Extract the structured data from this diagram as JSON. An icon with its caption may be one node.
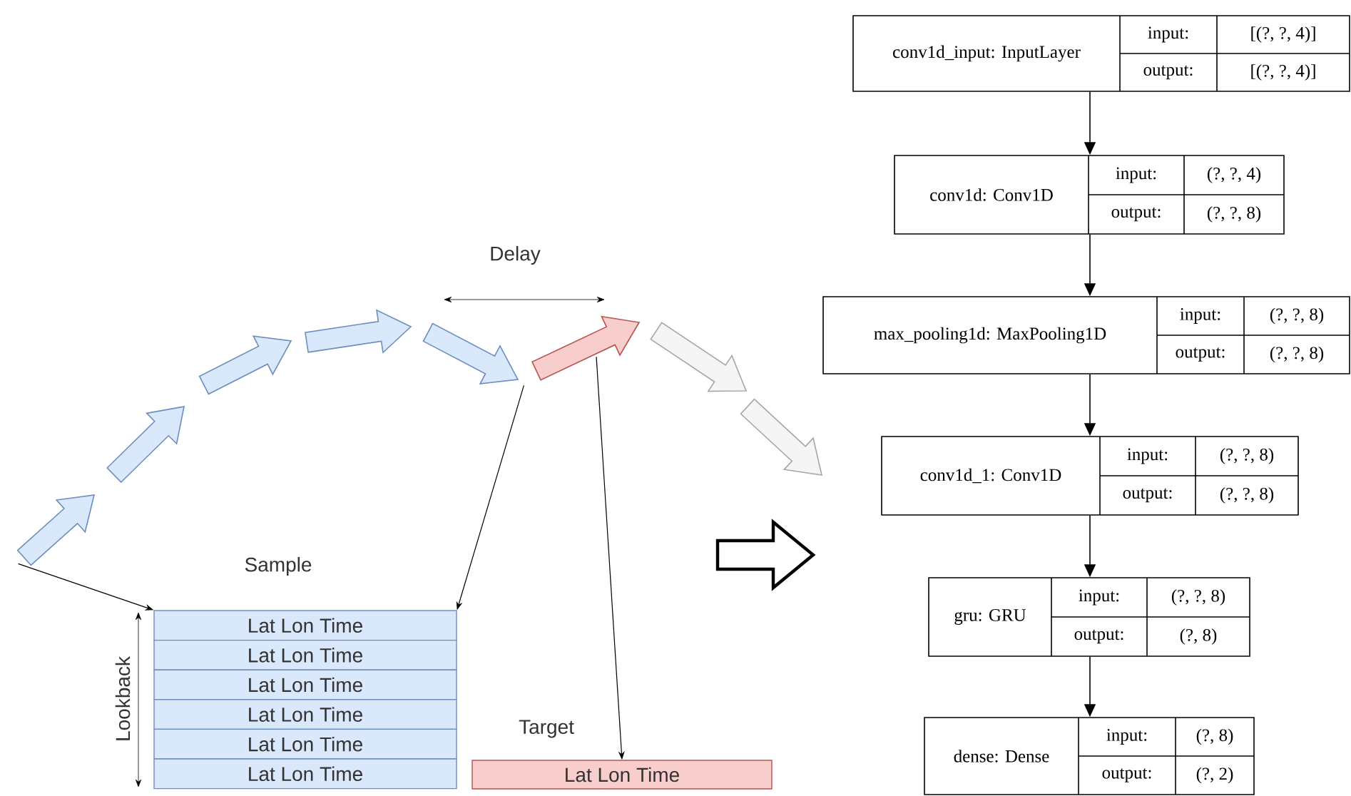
{
  "diagram": {
    "nodes": [
      {
        "text": [],
        "shape": "arrow"
      },
      {
        "text": [],
        "shape": "arrow"
      },
      {
        "text": [],
        "shape": "arrow"
      },
      {
        "text": [],
        "shape": "arrow"
      },
      {
        "text": [],
        "shape": "arrow"
      },
      {
        "text": [],
        "shape": "arrow"
      },
      {
        "text": [],
        "shape": "arrow"
      },
      {
        "text": [],
        "shape": "arrow"
      },
      {
        "text": [
          "Lat Lon Time"
        ]
      },
      {
        "text": [
          "Lat Lon Time"
        ]
      },
      {
        "text": [
          "Lat Lon Time"
        ]
      },
      {
        "text": [
          "Lat Lon Time"
        ]
      },
      {
        "text": [
          "Lat Lon Time"
        ]
      },
      {
        "text": [
          "Lat Lon Time"
        ]
      },
      {
        "text": [
          "Lat Lon Time"
        ]
      },
      {
        "text": [
          "conv1d_input: InputLayer",
          "input:",
          "[(?, ?, 4)]",
          "output:",
          "[(?, ?, 4)]"
        ]
      },
      {
        "text": [
          "conv1d: Conv1D",
          "input:",
          "(?, ?, 4)",
          "output:",
          "(?, ?, 8)"
        ]
      },
      {
        "text": [
          "max_pooling1d: MaxPooling1D",
          "input:",
          "(?, ?, 8)",
          "output:",
          "(?, ?, 8)"
        ]
      },
      {
        "text": [
          "conv1d_1: Conv1D",
          "input:",
          "(?, ?, 8)",
          "output:",
          "(?, ?, 8)"
        ]
      },
      {
        "text": [
          "gru: GRU",
          "input:",
          "(?, ?, 8)",
          "output:",
          "(?, 8)"
        ]
      },
      {
        "text": [
          "dense: Dense",
          "input:",
          "(?, 8)",
          "output:",
          "(?, 2)"
        ]
      }
    ],
    "edges": [
      {
        "from": 0,
        "to": 8,
        "arrow": "to"
      },
      {
        "from": 4,
        "to": 8,
        "arrow": "to"
      },
      {
        "from": 5,
        "to": 14,
        "arrow": "to"
      },
      {
        "from": 15,
        "to": 16,
        "arrow": "to"
      },
      {
        "from": 16,
        "to": 17,
        "arrow": "to"
      },
      {
        "from": 17,
        "to": 18,
        "arrow": "to"
      },
      {
        "from": 18,
        "to": 19,
        "arrow": "to"
      },
      {
        "from": 19,
        "to": 20,
        "arrow": "to"
      }
    ],
    "labels": [
      "Delay",
      "Sample",
      "Lookback",
      "Target"
    ]
  }
}
